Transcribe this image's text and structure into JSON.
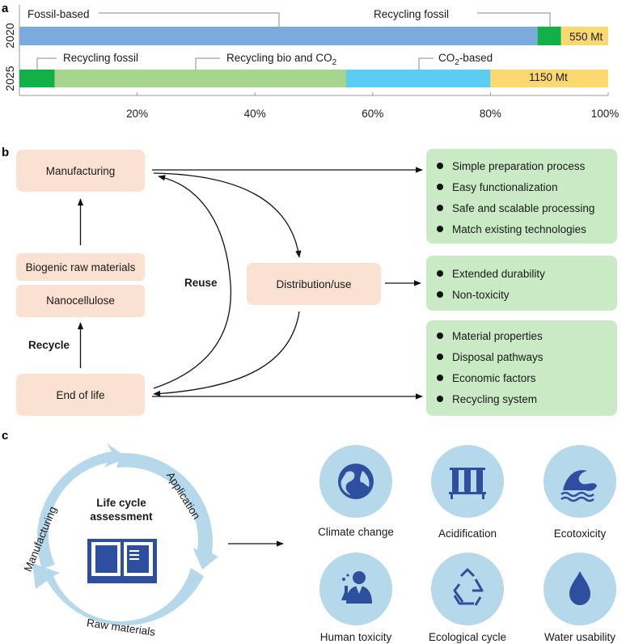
{
  "panels": {
    "a": "a",
    "b": "b",
    "c": "c"
  },
  "panel_a": {
    "rows": [
      {
        "year": "2020",
        "total_label": "550 Mt",
        "segments": [
          {
            "name": "Fossil-based",
            "start": 0,
            "end": 88,
            "color": "#7aabdc"
          },
          {
            "name": "Recycling fossil",
            "start": 88,
            "end": 92,
            "color": "#13b04a"
          },
          {
            "name": "",
            "start": 92,
            "end": 100,
            "color": "#fcd870"
          }
        ],
        "annotations": [
          {
            "text": "Fossil-based",
            "pointer_pct": 44
          },
          {
            "text": "Recycling fossil",
            "pointer_pct": 90
          }
        ]
      },
      {
        "year": "2025",
        "total_label": "1150 Mt",
        "segments": [
          {
            "name": "Recycling fossil",
            "start": 0,
            "end": 6,
            "color": "#13b04a"
          },
          {
            "name": "Recycling bio and CO2",
            "start": 6,
            "end": 55.5,
            "color": "#a7d58e"
          },
          {
            "name": "CO2-based",
            "start": 55.5,
            "end": 80,
            "color": "#5bcdf2"
          },
          {
            "name": "",
            "start": 80,
            "end": 100,
            "color": "#fcd870"
          }
        ],
        "annotations": [
          {
            "text": "Recycling fossil",
            "pointer_pct": 3
          },
          {
            "text_main": "Recycling bio and CO",
            "text_sub": "2",
            "pointer_pct": 30
          },
          {
            "text_main": "CO",
            "text_sub": "2",
            "text_after": "-based",
            "pointer_pct": 68
          }
        ]
      }
    ],
    "ticks": [
      "20%",
      "40%",
      "60%",
      "80%",
      "100%"
    ]
  },
  "panel_b": {
    "manufacturing": "Manufacturing",
    "biogenic": "Biogenic raw materials",
    "nanocellulose": "Nanocellulose",
    "end_of_life": "End of life",
    "distribution": "Distribution/use",
    "reuse": "Reuse",
    "recycle": "Recycle",
    "list_manufacturing": [
      "Simple preparation process",
      "Easy functionalization",
      "Safe and scalable processing",
      "Match existing technologies"
    ],
    "list_distribution": [
      "Extended durability",
      "Non-toxicity"
    ],
    "list_end": [
      "Material properties",
      "Disposal pathways",
      "Economic factors",
      "Recycling system"
    ]
  },
  "panel_c": {
    "center_line1": "Life cycle",
    "center_line2": "assessment",
    "arc_labels": [
      "Manufacturing",
      "Application",
      "Raw materials"
    ],
    "impacts": [
      {
        "label": "Climate change",
        "icon": "globe-icon"
      },
      {
        "label": "Acidification",
        "icon": "test-tubes-icon"
      },
      {
        "label": "Ecotoxicity",
        "icon": "wave-icon"
      },
      {
        "label": "Human toxicity",
        "icon": "scientist-icon"
      },
      {
        "label": "Ecological cycle",
        "icon": "recycle-icon"
      },
      {
        "label": "Water usability",
        "icon": "water-drop-icon"
      }
    ]
  }
}
